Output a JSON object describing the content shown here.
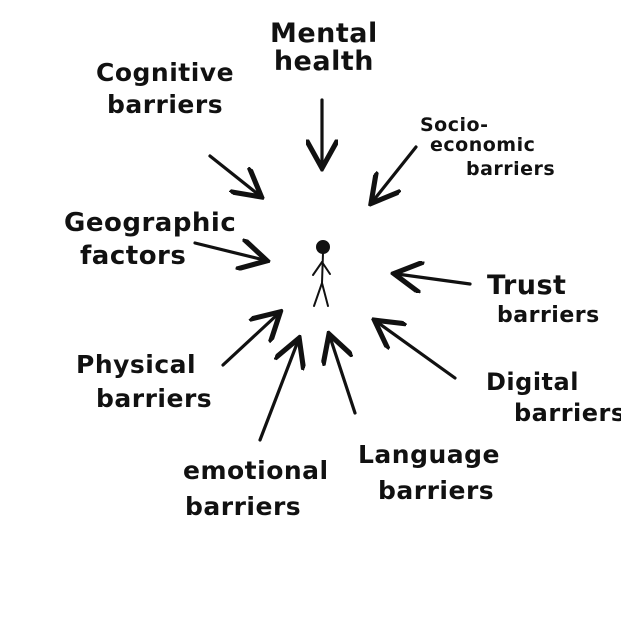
{
  "diagram": {
    "ink_color": "#111111",
    "center": "person",
    "labels": {
      "mental_health": [
        "Mental",
        "health"
      ],
      "cognitive": [
        "Cognitive",
        "barriers"
      ],
      "socio_economic": [
        "Socio-",
        "economic",
        "barriers"
      ],
      "geographic": [
        "Geographic",
        "factors"
      ],
      "trust": [
        "Trust",
        "barriers"
      ],
      "physical": [
        "Physical",
        "barriers"
      ],
      "digital": [
        "Digital",
        "barriers"
      ],
      "emotional": [
        "emotional",
        "barriers"
      ],
      "language": [
        "Language",
        "barriers"
      ]
    }
  }
}
